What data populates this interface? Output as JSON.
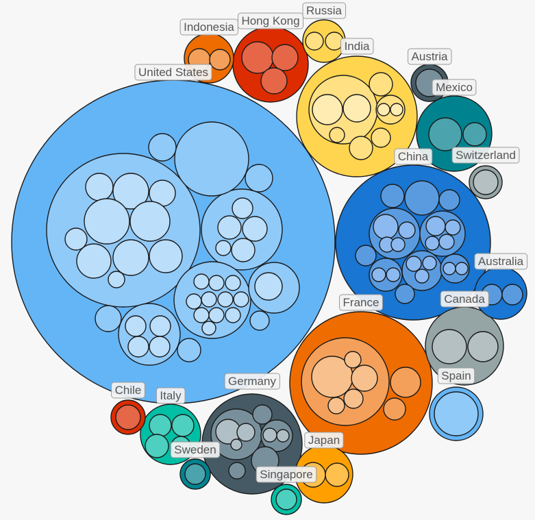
{
  "chart_data": {
    "type": "circle-packing",
    "title": "",
    "countries": [
      {
        "name": "United States",
        "color": "#64b5f6",
        "inner": "#90caf9",
        "leaf": "#bbdefb",
        "show_label": true
      },
      {
        "name": "China",
        "color": "#1976d2",
        "inner": "#5a9be0",
        "leaf": "#8cbaf0",
        "show_label": true
      },
      {
        "name": "France",
        "color": "#ef6c00",
        "inner": "#f4a05a",
        "leaf": "#f8c08c",
        "show_label": true
      },
      {
        "name": "India",
        "color": "#ffd54f",
        "inner": "#ffe082",
        "leaf": "#ffecb3",
        "show_label": true
      },
      {
        "name": "Germany",
        "color": "#455a64",
        "inner": "#78909c",
        "leaf": "#b0bec5",
        "show_label": true
      },
      {
        "name": "Canada",
        "color": "#95a5a6",
        "inner": "#b4c0c1",
        "leaf": "#cdd6d6",
        "show_label": true
      },
      {
        "name": "Mexico",
        "color": "#00838f",
        "inner": "#4aa3ad",
        "leaf": "#80c0c8",
        "show_label": true
      },
      {
        "name": "Hong Kong",
        "color": "#dd2c00",
        "inner": "#e66648",
        "leaf": "#ee8c74",
        "show_label": true
      },
      {
        "name": "Spain",
        "color": "#64b5f6",
        "inner": "#90caf9",
        "leaf": "#bbdefb",
        "show_label": true
      },
      {
        "name": "Australia",
        "color": "#1976d2",
        "inner": "#5a9be0",
        "leaf": "#8cbaf0",
        "show_label": true
      },
      {
        "name": "Italy",
        "color": "#00bfa5",
        "inner": "#4dd0bf",
        "leaf": "#80decf",
        "show_label": true
      },
      {
        "name": "Japan",
        "color": "#ffa000",
        "inner": "#ffc04d",
        "leaf": "#ffd488",
        "show_label": true
      },
      {
        "name": "Indonesia",
        "color": "#ef6c00",
        "inner": "#f4a05a",
        "leaf": "#f8c08c",
        "show_label": true
      },
      {
        "name": "Russia",
        "color": "#ffd54f",
        "inner": "#ffe082",
        "leaf": "#ffecb3",
        "show_label": true
      },
      {
        "name": "Switzerland",
        "color": "#95a5a6",
        "inner": "#b4c0c1",
        "leaf": "#cdd6d6",
        "show_label": true
      },
      {
        "name": "Austria",
        "color": "#455a64",
        "inner": "#78909c",
        "leaf": "#b0bec5",
        "show_label": true
      },
      {
        "name": "Chile",
        "color": "#dd2c00",
        "inner": "#e66648",
        "leaf": "#ee8c74",
        "show_label": true
      },
      {
        "name": "Sweden",
        "color": "#00838f",
        "inner": "#4aa3ad",
        "leaf": "#80c0c8",
        "show_label": true
      },
      {
        "name": "Singapore",
        "color": "#00bfa5",
        "inner": "#4dd0bf",
        "leaf": "#80decf",
        "show_label": true
      }
    ]
  }
}
